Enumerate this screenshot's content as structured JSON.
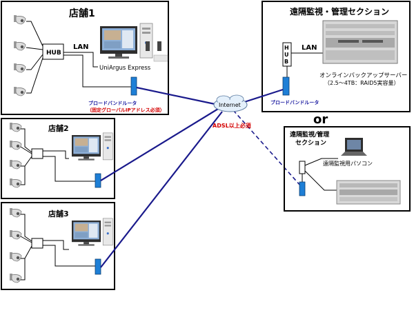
{
  "store1": {
    "title": "店舗1",
    "hub": "HUB",
    "lan": "LAN",
    "software": "UniArgus Express",
    "router": "ブロードバンドルータ",
    "router_note": "（固定グローバルIPアドレス必須）"
  },
  "store2": {
    "title": "店舗2"
  },
  "store3": {
    "title": "店舗3"
  },
  "center": {
    "title": "遠隔監視・管理セクション",
    "hub_letters": [
      "H",
      "U",
      "B"
    ],
    "lan": "LAN",
    "server_line1": "オンラインバックアップサーバー",
    "server_line2": "（2.5～4TB：RAID5実容量）",
    "router": "ブロードバンドルータ"
  },
  "internet": {
    "label": "Internet",
    "adsl": "ADSL以上必須"
  },
  "alt": {
    "or": "or",
    "title_line1": "遠隔監視/管理",
    "title_line2": "セクション",
    "pc_label": "遠隔監視用パソコン"
  },
  "colors": {
    "router_blue": "#1e7fd6",
    "link_navy": "#1a1a8c",
    "router_text": "#1a1aa0",
    "note_red": "#d40000"
  }
}
